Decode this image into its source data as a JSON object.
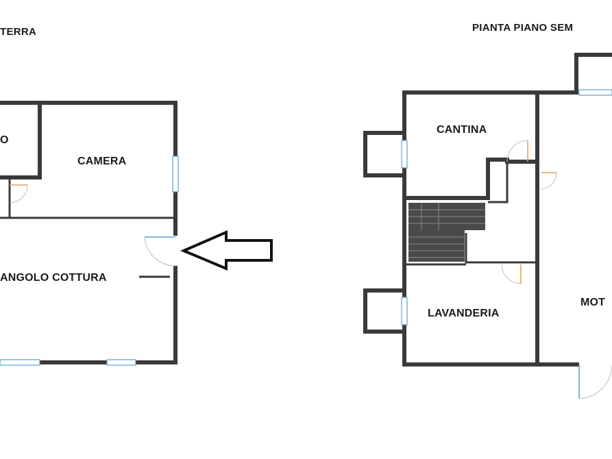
{
  "titles": {
    "left": "TERRA",
    "right": "PIANTA PIANO SEM"
  },
  "rooms": {
    "left_small": "O",
    "camera": "CAMERA",
    "angolo_cottura": "ANGOLO COTTURA",
    "cantina": "CANTINA",
    "lavanderia": "LAVANDERIA",
    "moto": "MOT"
  },
  "icons": {
    "pointer": "arrow-left-outline-icon"
  },
  "colors": {
    "wall": "#3a3a3a",
    "window": "#5aa3c8",
    "door_arc": "#bbbbbb",
    "door_leaf_alt": "#e2a45a",
    "stairs": "#4a4a4a"
  }
}
